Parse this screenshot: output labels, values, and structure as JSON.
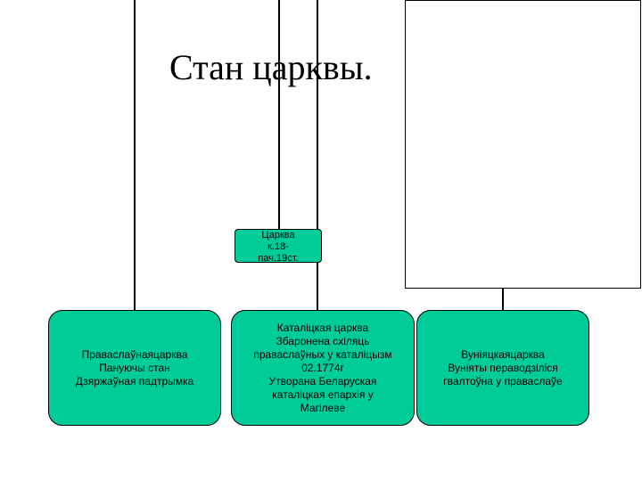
{
  "title": "Стан царквы.",
  "colors": {
    "node_fill": "#00cc99",
    "line": "#000000",
    "background": "#ffffff"
  },
  "root": {
    "lines": [
      "Царква",
      "к.18-",
      "пач.19ст."
    ]
  },
  "children": [
    {
      "lines": [
        "Праваслаўнаяцарква",
        "Пануючы стан",
        "Дзяржаўная падтрымка"
      ]
    },
    {
      "lines": [
        "Каталіцкая царква",
        "Збаронена схіляць",
        "праваслаўных у каталіцызм",
        "02.1774г",
        "Утворана Беларуская",
        "каталіцкая епархія у",
        "Магілеве"
      ]
    },
    {
      "lines": [
        "Вуніяцкаяцарква",
        "Вуніяты пераводзіліся",
        "гвалтоўна у праваслаўе"
      ]
    }
  ]
}
